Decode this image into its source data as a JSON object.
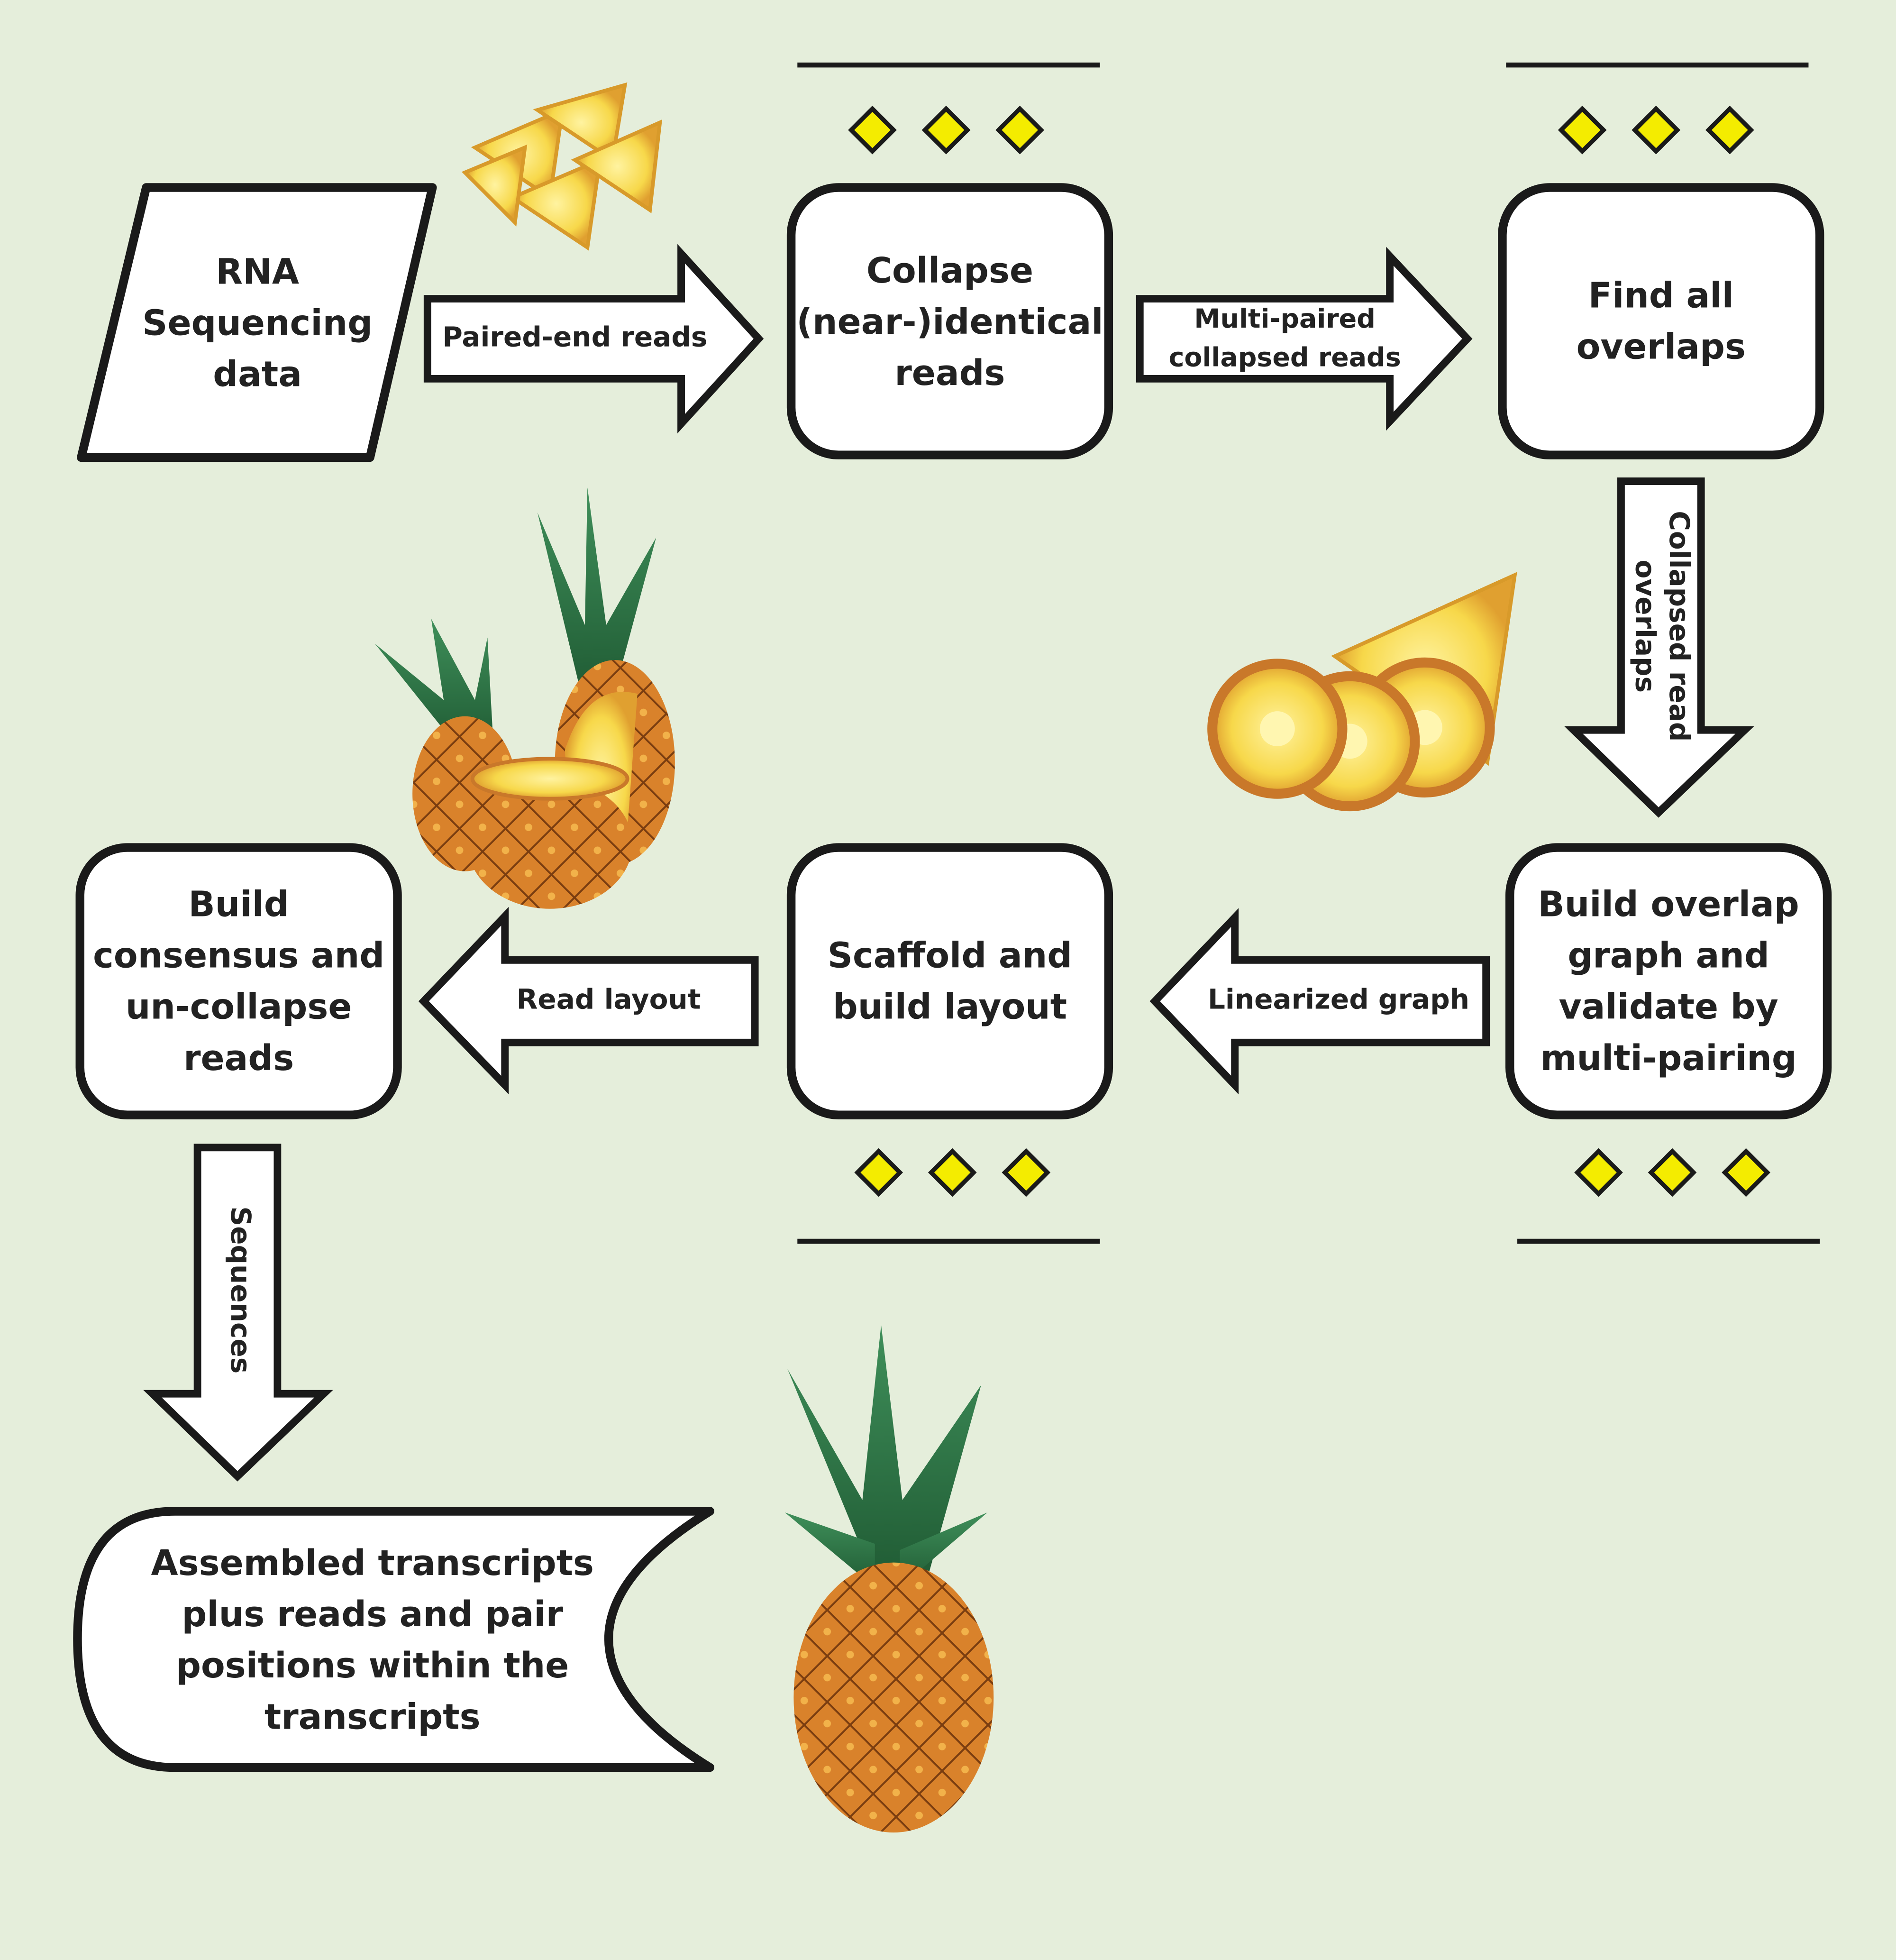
{
  "nodes": {
    "rna": "RNA\nSequencing\ndata",
    "collapse": "Collapse\n(near-)identical\nreads",
    "overlaps": "Find all\noverlaps",
    "graph": "Build overlap\ngraph and\nvalidate by\nmulti-pairing",
    "scaffold": "Scaffold and\nbuild layout",
    "consensus": "Build\nconsensus and\nun-collapse\nreads",
    "assembled": "Assembled transcripts\nplus reads and pair\npositions within the\ntranscripts"
  },
  "edges": {
    "e1": "Paired-end reads",
    "e2": "Multi-paired\ncollapsed reads",
    "e3": "Collapsed read\noverlaps",
    "e4": "Linearized graph",
    "e5": "Read layout",
    "e6": "Sequences"
  },
  "colors": {
    "background": "#e5eedb",
    "marker": "#f4ec00",
    "outline": "#1a1a1a"
  }
}
